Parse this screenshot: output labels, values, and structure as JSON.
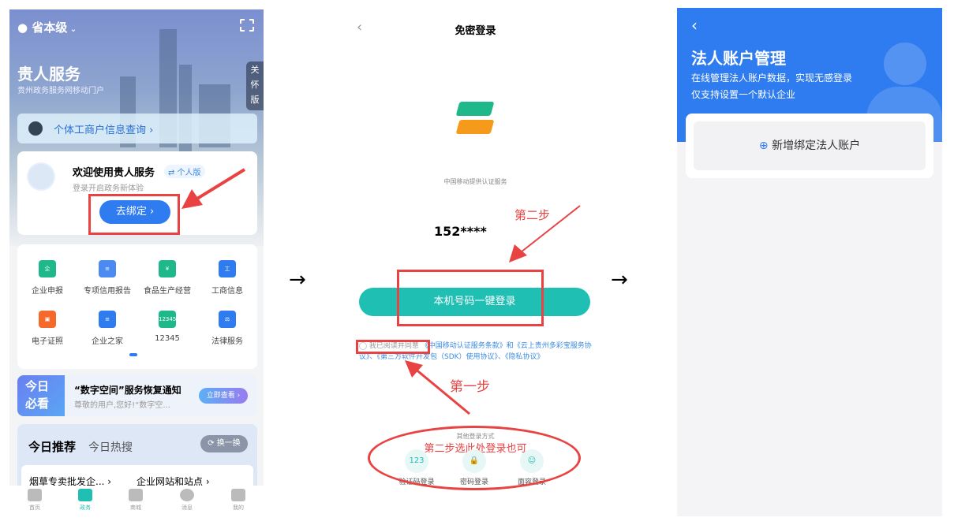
{
  "panel1": {
    "location": "省本级",
    "title": "贵人服务",
    "subtitle": "贵州政务服务网移动门户",
    "care_mode": "关怀版",
    "query_link": "个体工商户信息查询",
    "welcome_title": "欢迎使用贵人服务",
    "edition": "⇄ 个人版",
    "welcome_sub": "登录开启政务新体验",
    "bind_button": "去绑定 ›",
    "services": [
      {
        "label": "企业申报",
        "color": "#1fb88a",
        "glyph": "企"
      },
      {
        "label": "专项信用报告",
        "color": "#4b8af0",
        "glyph": "≡"
      },
      {
        "label": "食品生产经营",
        "color": "#1fb88a",
        "glyph": "¥"
      },
      {
        "label": "工商信息",
        "color": "#2f7cf0",
        "glyph": "工"
      },
      {
        "label": "电子证照",
        "color": "#f56a2a",
        "glyph": "▣"
      },
      {
        "label": "企业之家",
        "color": "#2f7cf0",
        "glyph": "≡"
      },
      {
        "label": "12345",
        "color": "#1fb88a",
        "glyph": "12345"
      },
      {
        "label": "法律服务",
        "color": "#2f7cf0",
        "glyph": "⚖"
      }
    ],
    "today_badge_1": "今日",
    "today_badge_2": "必看",
    "notice_title": "“数字空间”服务恢复通知",
    "notice_sub": "尊敬的用户,您好!“数字空...",
    "notice_button": "立即查看 ›",
    "rec_tab_active": "今日推荐",
    "rec_tab": "今日热搜",
    "refresh": "换一换",
    "rec_items": [
      "烟草专卖批发企... ›",
      "企业网站和站点 ›"
    ],
    "tabs": [
      {
        "label": "首页"
      },
      {
        "label": "政务"
      },
      {
        "label": "商城"
      },
      {
        "label": "消息"
      },
      {
        "label": "我的"
      }
    ]
  },
  "arrow": "→",
  "panel2": {
    "title": "免密登录",
    "provider": "中国移动提供认证服务",
    "phone": "152****",
    "login_button": "本机号码一键登录",
    "agree_label": "我已阅读并同意",
    "agreement_text": "《中国移动认证服务条款》和《云上贵州多彩宝服务协议》、《第三方软件开发包（SDK）使用协议》、《隐私协议》",
    "other_methods": "其他登录方式",
    "methods": [
      {
        "label": "验证码登录",
        "glyph": "123"
      },
      {
        "label": "密码登录",
        "glyph": "🔒"
      },
      {
        "label": "面容登录",
        "glyph": "☺"
      }
    ],
    "annotation_step1": "第一步",
    "annotation_step2": "第二步",
    "annotation_alt": "第二步选此处登录也可"
  },
  "panel3": {
    "title": "法人账户管理",
    "desc1": "在线管理法人账户数据，实现无感登录",
    "desc2": "仅支持设置一个默认企业",
    "add_button": "新增绑定法人账户"
  }
}
